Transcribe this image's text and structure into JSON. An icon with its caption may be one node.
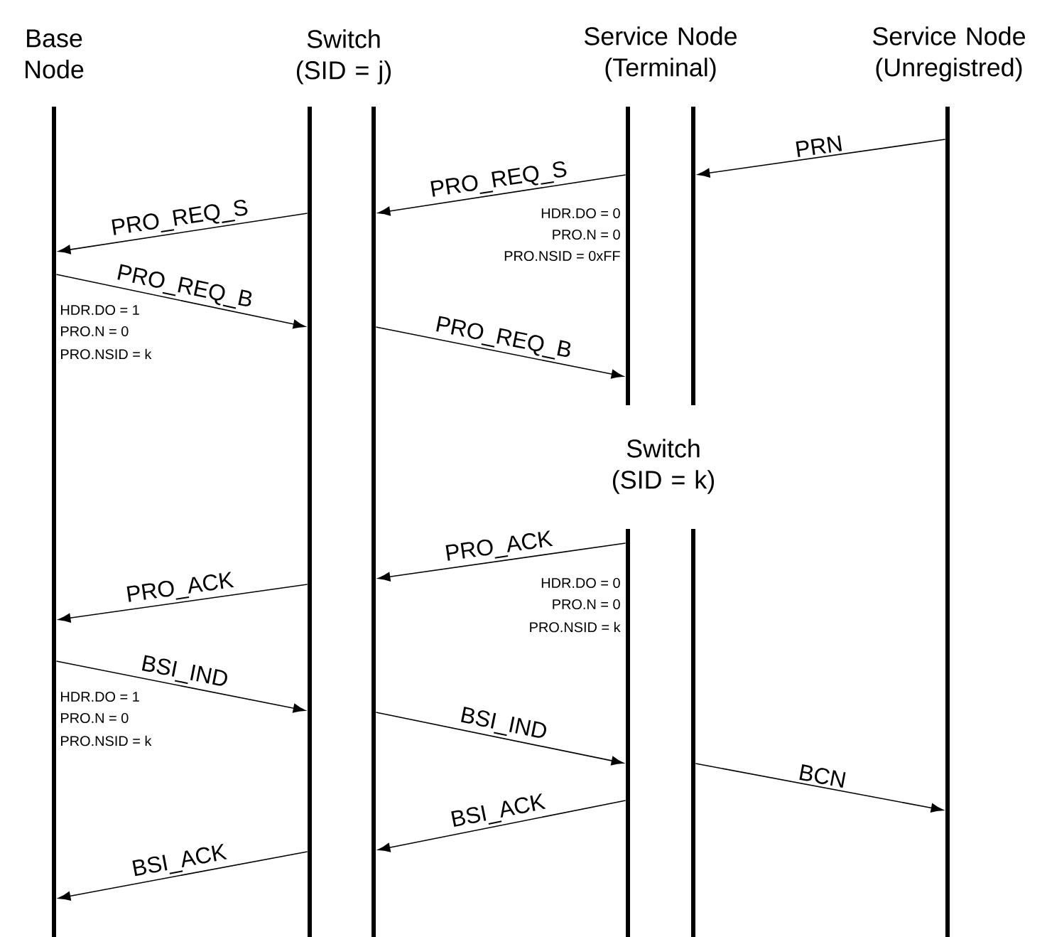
{
  "diagram": {
    "nodes": [
      {
        "text": [],
        "shape": "bar"
      },
      {
        "text": [],
        "shape": "bar"
      },
      {
        "text": [],
        "shape": "bar"
      },
      {
        "text": [],
        "shape": "bar"
      },
      {
        "text": [],
        "shape": "bar"
      },
      {
        "text": [],
        "shape": "bar"
      },
      {
        "text": [],
        "shape": "bar"
      },
      {
        "text": [],
        "shape": "bar"
      }
    ],
    "edges": [
      {
        "from": 7,
        "to": 4,
        "arrow": "to",
        "label": "PRN"
      },
      {
        "from": 3,
        "to": 2,
        "arrow": "to",
        "label": "PRO_REQ_S"
      },
      {
        "from": 1,
        "to": 0,
        "arrow": "to",
        "label": "PRO_REQ_S"
      },
      {
        "from": 0,
        "to": 1,
        "arrow": "to",
        "label": "PRO_REQ_B"
      },
      {
        "from": 2,
        "to": 3,
        "arrow": "to",
        "label": "PRO_REQ_B"
      },
      {
        "from": 5,
        "to": 2,
        "arrow": "to",
        "label": "PRO_ACK"
      },
      {
        "from": 1,
        "to": 0,
        "arrow": "to",
        "label": "PRO_ACK"
      },
      {
        "from": 0,
        "to": 1,
        "arrow": "to",
        "label": "BSI_IND"
      },
      {
        "from": 2,
        "to": 5,
        "arrow": "to",
        "label": "BSI_IND"
      },
      {
        "from": 6,
        "to": 7,
        "arrow": "to",
        "label": "BCN"
      },
      {
        "from": 5,
        "to": 2,
        "arrow": "to",
        "label": "BSI_ACK"
      },
      {
        "from": 1,
        "to": 0,
        "arrow": "to",
        "label": "BSI_ACK"
      }
    ],
    "labels": [
      "Base Node",
      "Switch (SID = j)",
      "Service Node (Terminal)",
      "Service Node (Unregistred)",
      "HDR.DO = 0",
      "PRO.N = 0",
      "PRO.NSID = 0xFF",
      "HDR.DO = 1",
      "PRO.N = 0",
      "PRO.NSID = k",
      "Switch (SID = k)",
      "HDR.DO = 0",
      "PRO.N = 0",
      "PRO.NSID = k",
      "HDR.DO = 1",
      "PRO.N = 0",
      "PRO.NSID = k"
    ]
  }
}
